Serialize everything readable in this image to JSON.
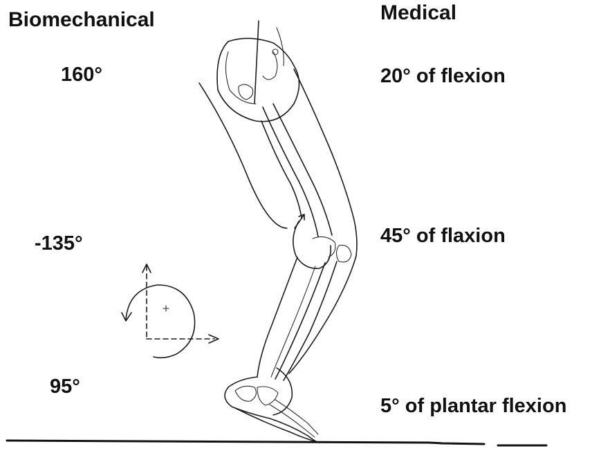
{
  "headings": {
    "left": "Biomechanical",
    "right": "Medical"
  },
  "joints": [
    {
      "id": "hip",
      "biomechanical": "160°",
      "medical": "20° of flexion"
    },
    {
      "id": "knee",
      "biomechanical": "-135°",
      "medical": "45° of flaxion"
    },
    {
      "id": "ankle",
      "biomechanical": "95°",
      "medical": "5° of plantar flexion"
    }
  ]
}
